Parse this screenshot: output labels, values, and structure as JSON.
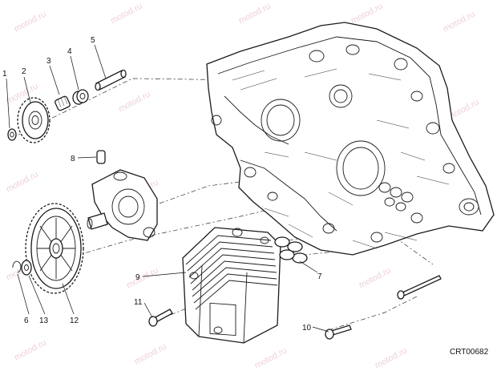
{
  "diagram": {
    "drawing_code": "CRT00682",
    "watermark": "motod.ru",
    "callouts": [
      {
        "id": "1",
        "part": "washer"
      },
      {
        "id": "2",
        "part": "pump-drive-gear"
      },
      {
        "id": "3",
        "part": "needle-bearing"
      },
      {
        "id": "4",
        "part": "bushing"
      },
      {
        "id": "5",
        "part": "pump-shaft"
      },
      {
        "id": "6",
        "part": "circlip"
      },
      {
        "id": "7",
        "part": "oil-cooler-seals"
      },
      {
        "id": "8",
        "part": "pin"
      },
      {
        "id": "9",
        "part": "oil-cooler"
      },
      {
        "id": "10",
        "part": "screw"
      },
      {
        "id": "11",
        "part": "screw"
      },
      {
        "id": "12",
        "part": "large-gear"
      },
      {
        "id": "13",
        "part": "washer"
      }
    ]
  }
}
